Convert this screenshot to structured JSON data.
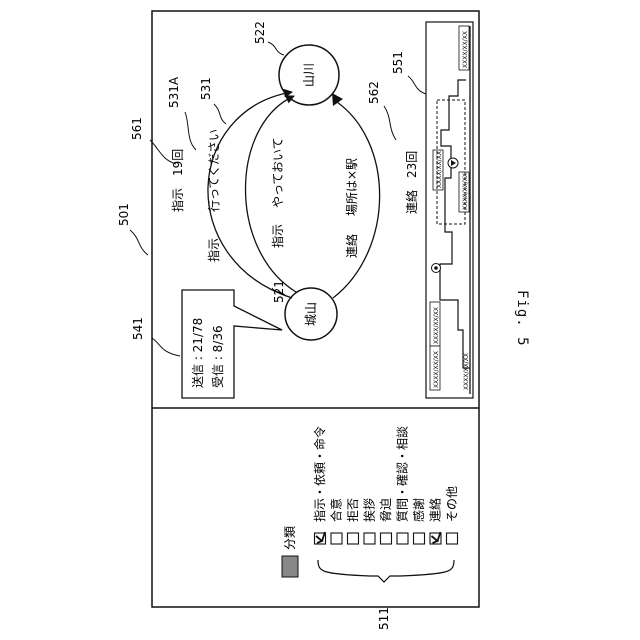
{
  "figure": {
    "caption": "Fig. 5"
  },
  "refs": {
    "r501": "501",
    "r511": "511",
    "r521": "521",
    "r522": "522",
    "r531": "531",
    "r531a": "531A",
    "r541": "541",
    "r551": "551",
    "r561": "561",
    "r562": "562"
  },
  "nodes": {
    "a": "城山",
    "b": "山川"
  },
  "stats": {
    "sent": "送信 : 21/78",
    "received": "受信 :  8/36"
  },
  "edges": {
    "e1_label": "指示",
    "e1_msg": "行ってください",
    "e1_count": "指示　19回",
    "e2_label": "指示",
    "e2_msg": "やっておいて",
    "e3_label": "連絡",
    "e3_msg": "場所は×駅",
    "e3_count": "連絡　23回"
  },
  "timeline": {
    "date_label": "XXXX/XX/XX",
    "legend_icon": "target-icon",
    "play_icon": "play-icon"
  },
  "classify": {
    "title": "分類",
    "items": [
      {
        "label": "指示・依頼・命令",
        "checked": true
      },
      {
        "label": "合意",
        "checked": false
      },
      {
        "label": "拒否",
        "checked": false
      },
      {
        "label": "挨拶",
        "checked": false
      },
      {
        "label": "脅迫",
        "checked": false
      },
      {
        "label": "質問・確認・相談",
        "checked": false
      },
      {
        "label": "感謝",
        "checked": false
      },
      {
        "label": "連絡",
        "checked": true
      },
      {
        "label": "その他",
        "checked": false
      }
    ]
  }
}
